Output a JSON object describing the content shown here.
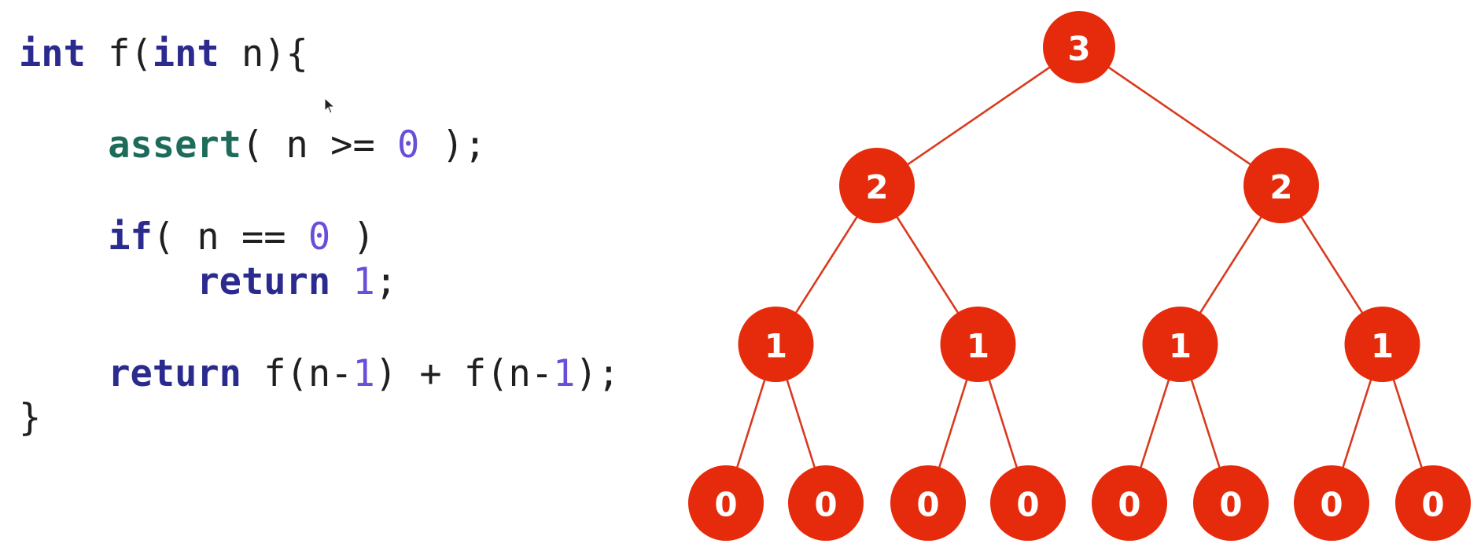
{
  "code": {
    "lines": [
      [
        {
          "t": "int",
          "c": "kw"
        },
        {
          "t": " f(",
          "c": "plain"
        },
        {
          "t": "int",
          "c": "kw"
        },
        {
          "t": " n){",
          "c": "plain"
        }
      ],
      [
        {
          "t": "    ",
          "c": "plain"
        },
        {
          "t": "assert",
          "c": "fn"
        },
        {
          "t": "( n >= ",
          "c": "plain"
        },
        {
          "t": "0",
          "c": "num"
        },
        {
          "t": " );",
          "c": "plain"
        }
      ],
      [
        {
          "t": "    ",
          "c": "plain"
        },
        {
          "t": "if",
          "c": "kw"
        },
        {
          "t": "( n == ",
          "c": "plain"
        },
        {
          "t": "0",
          "c": "num"
        },
        {
          "t": " )",
          "c": "plain"
        }
      ],
      [
        {
          "t": "        ",
          "c": "plain"
        },
        {
          "t": "return",
          "c": "kw"
        },
        {
          "t": " ",
          "c": "plain"
        },
        {
          "t": "1",
          "c": "num"
        },
        {
          "t": ";",
          "c": "plain"
        }
      ],
      [
        {
          "t": "    ",
          "c": "plain"
        },
        {
          "t": "return",
          "c": "kw"
        },
        {
          "t": " f(n-",
          "c": "plain"
        },
        {
          "t": "1",
          "c": "num"
        },
        {
          "t": ") + f(n-",
          "c": "plain"
        },
        {
          "t": "1",
          "c": "num"
        },
        {
          "t": ");",
          "c": "plain"
        }
      ],
      [
        {
          "t": "}",
          "c": "plain"
        }
      ]
    ]
  },
  "tree": {
    "root": {
      "label": "3",
      "children": [
        {
          "label": "2",
          "children": [
            {
              "label": "1",
              "children": [
                {
                  "label": "0"
                },
                {
                  "label": "0"
                }
              ]
            },
            {
              "label": "1",
              "children": [
                {
                  "label": "0"
                },
                {
                  "label": "0"
                }
              ]
            }
          ]
        },
        {
          "label": "2",
          "children": [
            {
              "label": "1",
              "children": [
                {
                  "label": "0"
                },
                {
                  "label": "0"
                }
              ]
            },
            {
              "label": "1",
              "children": [
                {
                  "label": "0"
                },
                {
                  "label": "0"
                }
              ]
            }
          ]
        }
      ]
    }
  },
  "colors": {
    "node_fill": "#e52b0b",
    "edge": "#d93a1e",
    "keyword": "#2b2a8f",
    "function": "#1d6b5a",
    "number": "#6a4dd8"
  }
}
